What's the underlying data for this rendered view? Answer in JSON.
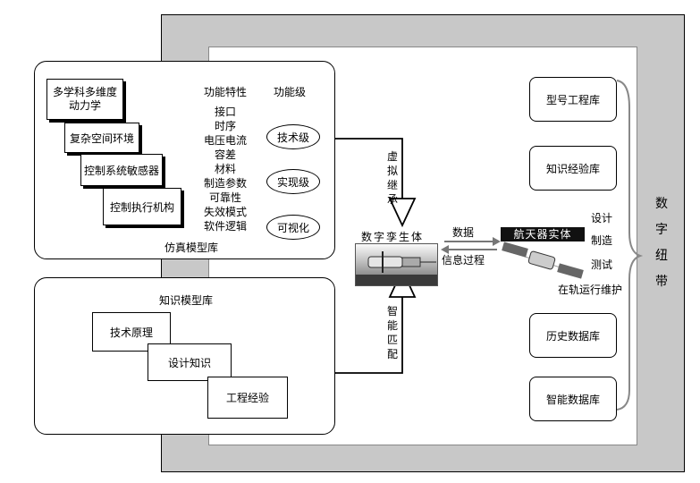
{
  "simulation_library": {
    "title": "仿真模型库",
    "models": [
      "多学科多维度\n动力学",
      "复杂空间环境",
      "控制系统敏感器",
      "控制执行机构"
    ],
    "function_features_header": "功能特性",
    "function_features": [
      "接口",
      "时序",
      "电压电流",
      "容差",
      "材料",
      "制造参数",
      "可靠性",
      "失效模式",
      "软件逻辑"
    ],
    "function_level_header": "功能级",
    "function_levels": [
      "技术级",
      "实现级",
      "可视化"
    ]
  },
  "knowledge_library": {
    "title": "知识模型库",
    "items": [
      "技术原理",
      "设计知识",
      "工程经验"
    ]
  },
  "arrows": {
    "virtual_inheritance": "虚拟继承",
    "smart_matching": "智能匹配",
    "data": "数据",
    "info_process": "信息过程"
  },
  "digital_twin": {
    "label": "数字孪生体"
  },
  "spacecraft": {
    "label": "航天器实体",
    "stages": [
      "设计",
      "制造",
      "测试",
      "在轨运行维护"
    ]
  },
  "right_libraries": [
    "型号工程库",
    "知识经验库",
    "历史数据库",
    "智能数据库"
  ],
  "digital_thread": "数字纽带"
}
